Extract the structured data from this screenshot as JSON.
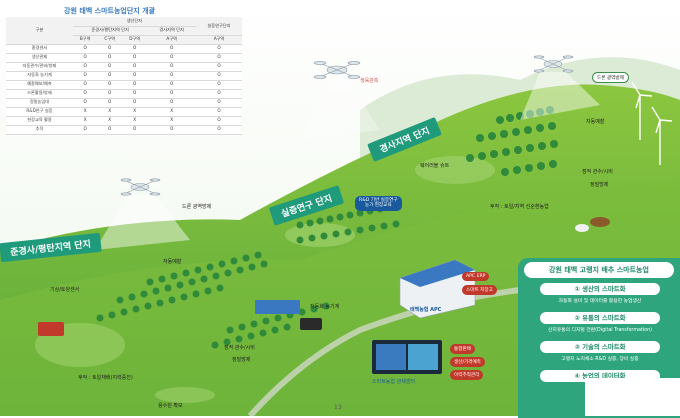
{
  "table": {
    "title": "강원 태백 스마트농업단지 개괄",
    "header_group": "구분",
    "col_group_top": "생산단지",
    "col_group_a": "준경사/평탄지역 단지",
    "col_group_b": "경사지역 단지",
    "col_group_c": "실증연구단지",
    "cols": [
      "B구역",
      "C구역",
      "D구역",
      "A구역",
      "A구역"
    ],
    "rows": [
      {
        "label": "환경센서",
        "vals": [
          "O",
          "O",
          "O",
          "O",
          "O"
        ]
      },
      {
        "label": "생산관제",
        "vals": [
          "O",
          "O",
          "O",
          "O",
          "O"
        ]
      },
      {
        "label": "자동관수/관비/방제",
        "vals": [
          "O",
          "O",
          "O",
          "O",
          "O"
        ]
      },
      {
        "label": "자동화 농기계",
        "vals": [
          "O",
          "O",
          "O",
          "O",
          "O"
        ]
      },
      {
        "label": "예찰예보/예측",
        "vals": [
          "O",
          "O",
          "O",
          "O",
          "O"
        ]
      },
      {
        "label": "드론활용/방제",
        "vals": [
          "O",
          "O",
          "O",
          "O",
          "O"
        ]
      },
      {
        "label": "정밀농업대",
        "vals": [
          "O",
          "O",
          "O",
          "O",
          "O"
        ]
      },
      {
        "label": "R&D연구 실증",
        "vals": [
          "X",
          "X",
          "X",
          "X",
          "O"
        ]
      },
      {
        "label": "현장교육 활용",
        "vals": [
          "X",
          "X",
          "X",
          "X",
          "O"
        ]
      },
      {
        "label": "추작",
        "vals": [
          "O",
          "O",
          "O",
          "O",
          "O"
        ]
      }
    ]
  },
  "labels": {
    "growth_monitor": "생육관측",
    "drone_wide_right": "드론 광역방제",
    "drone_wide_left": "드론 광역방제",
    "sloped_area": "경사지역 단지",
    "rnd_area": "실증연구 단지",
    "flat_area": "준경사/평탄지역 단지",
    "pest_forecast_right": "자동예찰",
    "wearable_suit": "웨어러블 슈트",
    "drip_right": "점적 관수/시비",
    "precision_right": "정밀방제",
    "after_crop_right": "후작 : 토일/지역 선순환농업",
    "rnd_site": "R&D 기반 실증연구\n농가 현장교육",
    "pest_forecast_left": "자동예찰",
    "weather_sensor": "기상/토양센서",
    "auto_machine": "자동화 농기계",
    "drip_left": "점적 관수/시비",
    "precision_left": "정밀방제",
    "after_crop_left": "후작 : 토일재배(지력증진)",
    "water_supply": "용수원 확보",
    "apc_erp": "APC ERP",
    "smart_storage": "스마트 저장고",
    "taebaek_apc": "태백농협 APC",
    "integrated_sales": "통합판매",
    "prod_distribution": "생산/가격예측",
    "history_management": "이력추적관리",
    "control_center": "스마트농업 관제센터"
  },
  "panel": {
    "title": "강원 태백 고랭지 배추 스마트농업",
    "items": [
      {
        "head": "① 생산의 스마트화",
        "desc": "자동화 설비 및 데이터를 활용한 농업생산"
      },
      {
        "head": "② 유통의 스마트화",
        "desc": "산지유통의 디지털 전환(Digital Transformation)"
      },
      {
        "head": "③ 기술의 스마트화",
        "desc": "고랭지 노지채소 R&D 실증, 장비 실증"
      },
      {
        "head": "④ 농업의 데이터화",
        "desc": ""
      }
    ]
  },
  "page_number": "13"
}
